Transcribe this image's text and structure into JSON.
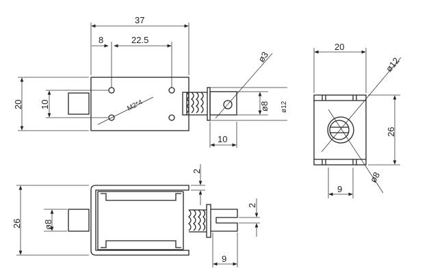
{
  "drawing": {
    "top_view": {
      "length": "37",
      "hole_offset": "8",
      "hole_spacing": "22.5",
      "height": "20",
      "hole_pitch_vertical": "10",
      "screw_spec": "M2*4",
      "pin_hole_diameter": "ø3",
      "plunger_diameter": "ø8",
      "collar_diameter": "ø12",
      "plunger_extension": "10"
    },
    "end_view": {
      "width": "20",
      "height": "26",
      "collar_diameter": "ø12",
      "plunger_diameter": "ø8",
      "center_offset": "9"
    },
    "side_view": {
      "height": "26",
      "rear_plunger_diameter": "ø8",
      "frame_thickness": "2",
      "slot_width": "2",
      "slot_depth": "9"
    }
  }
}
